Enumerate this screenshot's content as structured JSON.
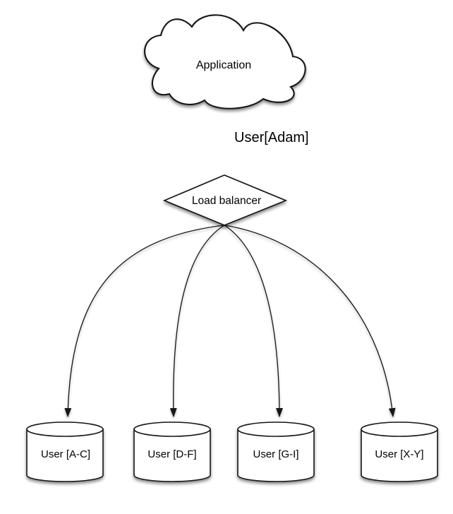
{
  "diagram": {
    "type": "database-sharding-architecture",
    "colors": {
      "stroke": "#151515",
      "shape_fill": "#ffffff",
      "text": "#000000",
      "background": "#ffffff",
      "shadow": "rgba(0,0,0,0.45)"
    },
    "nodes": {
      "application": {
        "label": "Application",
        "shape": "cloud"
      },
      "load_balancer": {
        "label": "Load balancer",
        "shape": "diamond"
      },
      "shard1": {
        "label": "User [A-C]",
        "shape": "cylinder"
      },
      "shard2": {
        "label": "User [D-F]",
        "shape": "cylinder"
      },
      "shard3": {
        "label": "User [G-I]",
        "shape": "cylinder"
      },
      "shard4": {
        "label": "User [X-Y]",
        "shape": "cylinder"
      }
    },
    "edges": {
      "app_to_lb": {
        "from": "application",
        "to": "load_balancer",
        "label": "User[Adam]"
      },
      "lb_to_shard1": {
        "from": "load_balancer",
        "to": "shard1"
      },
      "lb_to_shard2": {
        "from": "load_balancer",
        "to": "shard2"
      },
      "lb_to_shard3": {
        "from": "load_balancer",
        "to": "shard3"
      },
      "lb_to_shard4": {
        "from": "load_balancer",
        "to": "shard4"
      }
    }
  }
}
